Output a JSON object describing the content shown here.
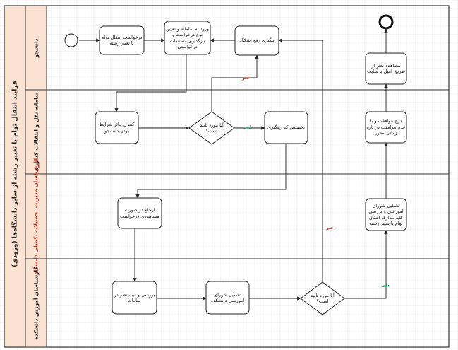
{
  "diagram": {
    "pool_title": "فرآیند انتقال توام با تغییر رشته از سایر دانشگاه‌ها (ورودی)",
    "lanes": [
      {
        "id": "student",
        "label": "دانشجو",
        "red": false
      },
      {
        "id": "org",
        "label": "سامانه نقل و انتقالات کشوری",
        "red": false
      },
      {
        "id": "edu",
        "label": "کارشناسان مدیریت تحصیلات تکمیلی دانشگاه",
        "red": true
      },
      {
        "id": "faculty",
        "label": "کارشناسان آموزش دانشکده",
        "red": false
      }
    ],
    "nodes": {
      "request": "درخواست انتقال توام با تغییر رشته",
      "login": "ورود به سامانه و تعیین نوع درخواست و بارگذاری مستندات درخواستی",
      "followup": "پیگیری رفع اشکال",
      "view_result": "مشاهده نظر از طریق امیل یا سایت",
      "check_conditions": "کنترل حائز شرایط بودن دانشجو",
      "approved1": "آیا مورد تایید است؟",
      "assign_code": "تخصیص کد رهگیری",
      "final_approval": "درج موافقت و یا عدم موافقت در بازه زمانی مقرر",
      "refer": "ارجاع در صورت مشاهده‌ی درخواست",
      "council_univ": "تشکیل شورای آموزشی و بررسی کلیه مدارک انتقال توام با تغییر رشته",
      "review": "بررسی و ثبت نظر در سامانه",
      "council_fac": "تشکیل شورای آموزشی دانشکده",
      "approved2": "آیا مورد تایید است؟"
    },
    "flow_labels": {
      "yes": "بلی",
      "no": "خیر"
    }
  }
}
